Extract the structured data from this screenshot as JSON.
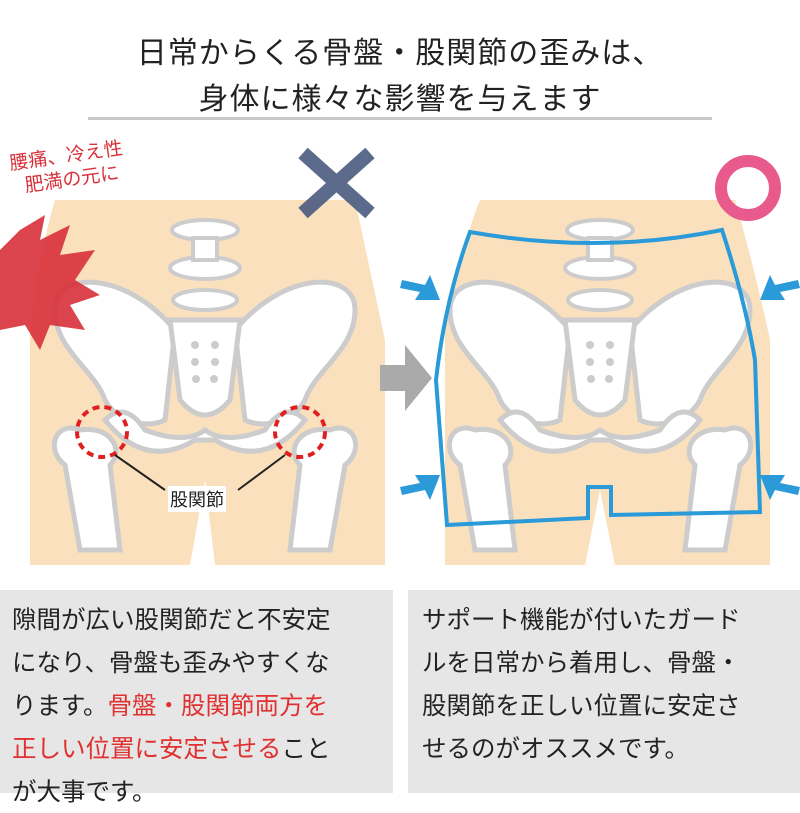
{
  "title": {
    "line1": "日常からくる骨盤・股関節の歪みは、",
    "line2": "身体に様々な影響を与えます"
  },
  "left_panel": {
    "mark": "cross",
    "callout_line1": "腰痛、冷え性",
    "callout_line2": "肥満の元に",
    "joint_label": "股関節"
  },
  "right_panel": {
    "mark": "circle"
  },
  "colors": {
    "cross": "#4b5a80",
    "circle": "#e85a8c",
    "skin": "#fae0bd",
    "girdle": "#2a9ad8",
    "alert": "#d8303a"
  },
  "left_text": {
    "l1": "隙間が広い股関節だと不安定",
    "l2": "になり、骨盤も歪みやすくな",
    "l3a": "ります。",
    "l3b": "骨盤・股関節両方を",
    "l4a": "正しい位置に安定させる",
    "l4b": "こと",
    "l5": "が大事です。"
  },
  "right_text": {
    "l1": "サポート機能が付いたガード",
    "l2": "ルを日常から着用し、骨盤・",
    "l3": "股関節を正しい位置に安定さ",
    "l4": "せるのがオススメです。"
  }
}
